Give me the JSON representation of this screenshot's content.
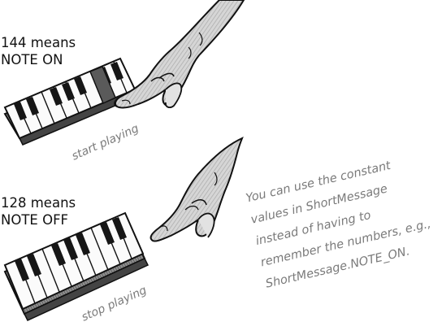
{
  "labels": {
    "note_on_line1": "144 means",
    "note_on_line2": "NOTE ON",
    "note_off_line1": "128 means",
    "note_off_line2": "NOTE OFF"
  },
  "captions": {
    "start": "start playing",
    "stop": "stop playing"
  },
  "handwritten_note": {
    "line1": "You can use the constant",
    "line2": "values in ShortMessage",
    "line3": "instead of having to",
    "line4": "remember the numbers, e.g.,",
    "line5": "ShortMessage.NOTE_ON."
  },
  "colors": {
    "ink": "#111111",
    "hand_shade": "#b8b8b8",
    "pressed_key": "#5a5a5a",
    "note_gray": "#7a7a7a"
  }
}
